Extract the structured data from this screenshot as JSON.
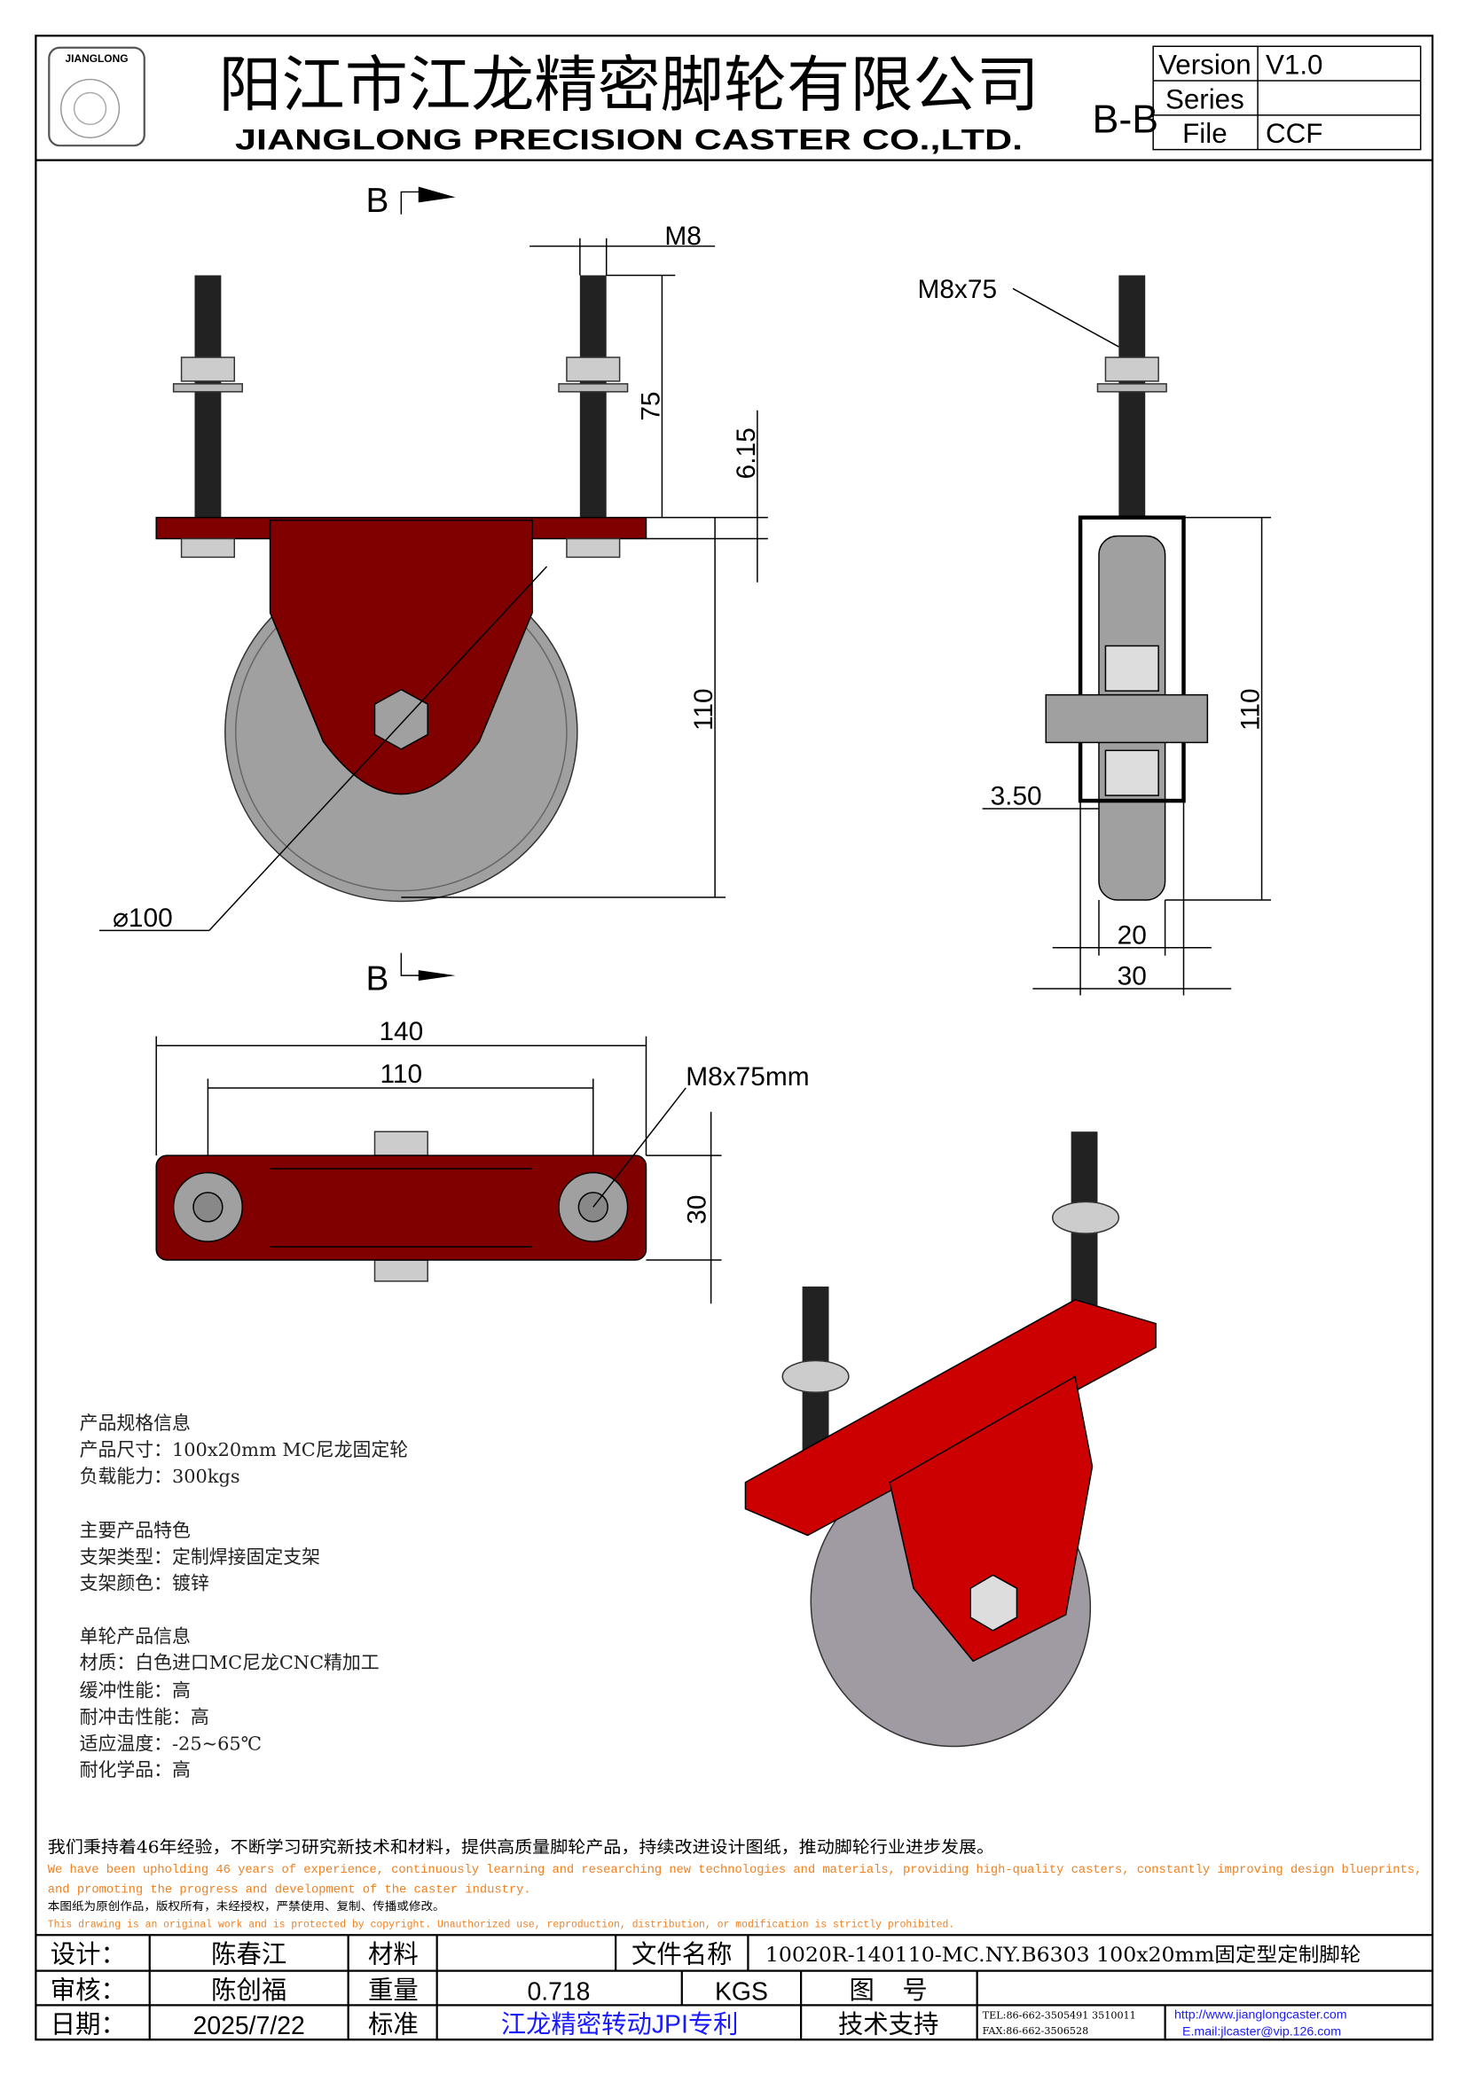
{
  "header": {
    "logo_text": "JIANGLONG",
    "company_cn": "阳江市江龙精密脚轮有限公司",
    "company_en": "JIANGLONG PRECISION CASTER CO.,LTD.",
    "section_label": "B-B",
    "info": [
      {
        "label": "Version",
        "value": "V1.0"
      },
      {
        "label": "Series",
        "value": ""
      },
      {
        "label": "File",
        "value": "CCF"
      }
    ]
  },
  "drawing": {
    "section_mark_top": "B",
    "section_mark_bottom": "B",
    "front_view": {
      "thread": "M8",
      "bolt_length": "75",
      "plate_thickness": "6.15",
      "height": "110",
      "diameter": "⌀100"
    },
    "side_view": {
      "bolt": "M8x75",
      "height": "110",
      "offset": "3.50",
      "wheel_width": "20",
      "bracket_width": "30"
    },
    "top_view": {
      "overall_length": "140",
      "hole_spacing": "110",
      "bolt": "M8x75mm",
      "width": "30"
    },
    "colors": {
      "bracket": "#800000",
      "bracket_iso": "#cc0000",
      "wheel": "#a0a0a0"
    }
  },
  "specs": [
    [
      "产品规格信息",
      "产品尺寸：100x20mm MC尼龙固定轮",
      "负载能力：300kgs"
    ],
    [
      "主要产品特色",
      "支架类型：定制焊接固定支架",
      "支架颜色：镀锌"
    ],
    [
      "单轮产品信息",
      "材质：白色进口MC尼龙CNC精加工",
      "缓冲性能：高",
      "耐冲击性能：高",
      "适应温度：-25~65℃",
      "耐化学品：高"
    ]
  ],
  "statement": {
    "cn": "我们秉持着46年经验，不断学习研究新技术和材料，提供高质量脚轮产品，持续改进设计图纸，推动脚轮行业进步发展。",
    "en1": "We have been upholding 46 years of experience, continuously learning and researching new technologies and materials, providing high-quality casters, constantly improving design blueprints,",
    "en2": "and promoting the progress and development of the caster industry.",
    "copyright_cn": "本图纸为原创作品，版权所有，未经授权，严禁使用、复制、传播或修改。",
    "copyright_en": "This drawing is an original work and is protected by copyright. Unauthorized use, reproduction, distribution, or modification is strictly prohibited."
  },
  "title_block": {
    "design_label": "设计：",
    "designer": "陈春江",
    "material_label": "材料",
    "material": "",
    "filename_label": "文件名称",
    "filename": "10020R-140110-MC.NY.B6303   100x20mm固定型定制脚轮",
    "review_label": "审核：",
    "reviewer": "陈创福",
    "weight_label": "重量",
    "weight": "0.718",
    "weight_unit": "KGS",
    "drawing_no_label": "图    号",
    "drawing_no": "",
    "date_label": "日期：",
    "date": "2025/7/22",
    "standard_label": "标准",
    "standard": "江龙精密转动JPI专利",
    "support_label": "技术支持",
    "tel": "TEL:86-662-3505491 3510011",
    "fax": "FAX:86-662-3506528",
    "website": "http://www.jianglongcaster.com",
    "email": "E.mail:jlcaster@vip.126.com"
  }
}
